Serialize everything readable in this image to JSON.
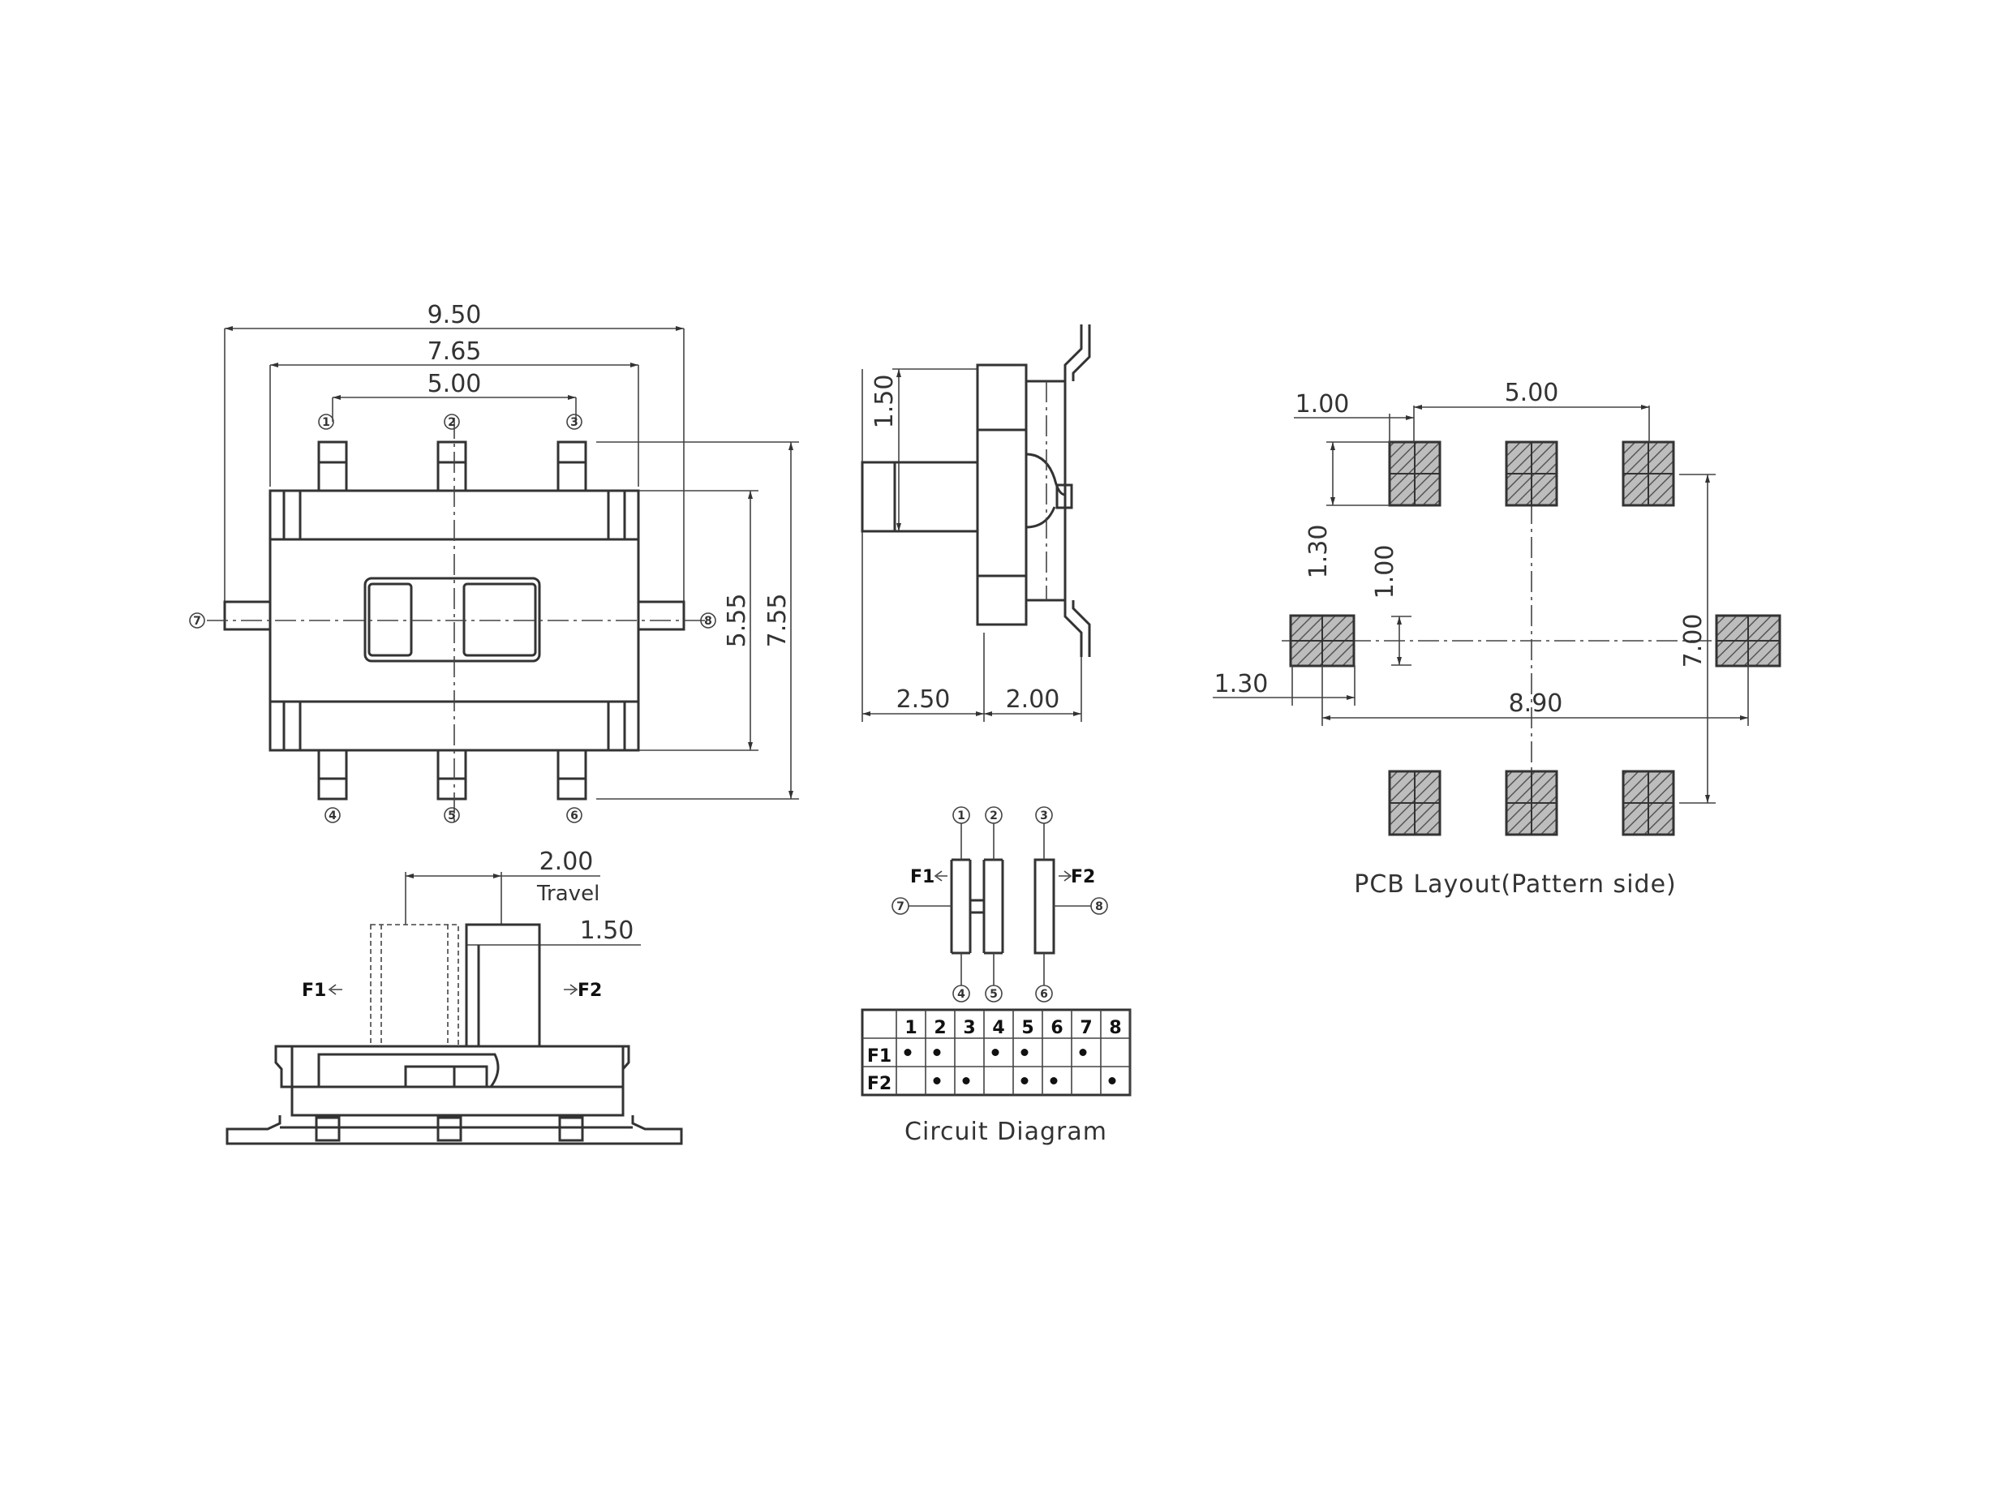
{
  "colors": {
    "line": "#333333",
    "pad_fill": "#aaaaaa",
    "background": "#ffffff"
  },
  "top_view": {
    "dims": {
      "d950": "9.50",
      "d765": "7.65",
      "d500": "5.00",
      "d555": "5.55",
      "d755": "7.55"
    },
    "pins": {
      "p1": "1",
      "p2": "2",
      "p3": "3",
      "p4": "4",
      "p5": "5",
      "p6": "6",
      "p7": "7",
      "p8": "8"
    }
  },
  "side_view": {
    "dims": {
      "d150": "1.50",
      "d250": "2.50",
      "d200": "2.00"
    }
  },
  "front_view": {
    "travel_value": "2.00",
    "travel_label": "Travel",
    "d150": "1.50",
    "f1": "F1",
    "f2": "F2"
  },
  "circuit": {
    "caption": "Circuit Diagram",
    "f1": "F1",
    "f2": "F2",
    "pins": {
      "p1": "1",
      "p2": "2",
      "p3": "3",
      "p4": "4",
      "p5": "5",
      "p6": "6",
      "p7": "7",
      "p8": "8"
    },
    "table": {
      "columns": [
        "1",
        "2",
        "3",
        "4",
        "5",
        "6",
        "7",
        "8"
      ],
      "rows": [
        {
          "label": "F1",
          "cells": [
            1,
            1,
            0,
            1,
            1,
            0,
            1,
            0
          ]
        },
        {
          "label": "F2",
          "cells": [
            0,
            1,
            1,
            0,
            1,
            1,
            0,
            1
          ]
        }
      ]
    }
  },
  "pcb": {
    "caption": "PCB Layout(Pattern side)",
    "dims": {
      "d100a": "1.00",
      "d500": "5.00",
      "d130a": "1.30",
      "d100b": "1.00",
      "d700": "7.00",
      "d130b": "1.30",
      "d890": "8.90"
    }
  }
}
